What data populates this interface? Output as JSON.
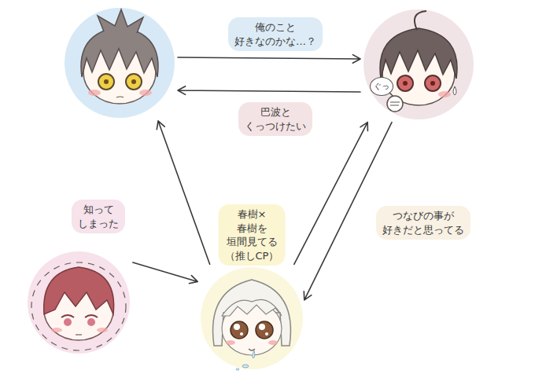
{
  "diagram": {
    "nodes": [
      {
        "text": []
      },
      {
        "text": []
      },
      {
        "text": [
          "春樹×春樹を 垣間見てる （推しCP）"
        ]
      },
      {
        "text": [
          "知って しまった"
        ]
      }
    ],
    "edges": [
      {
        "from": 0,
        "to": 1,
        "arrow": "to",
        "label": "俺のこと 好きなのかな…？"
      },
      {
        "from": 1,
        "to": 0,
        "arrow": "to",
        "label": "巴波と くっつけたい"
      },
      {
        "from": 1,
        "to": 2,
        "arrow": "to",
        "label": "つなびの事が 好きだと思ってる"
      },
      {
        "from": 2,
        "to": 0,
        "arrow": "to"
      },
      {
        "from": 2,
        "to": 1,
        "arrow": "to"
      },
      {
        "from": 3,
        "to": 2,
        "arrow": "to"
      }
    ],
    "labels": [
      "ぐっ"
    ]
  }
}
